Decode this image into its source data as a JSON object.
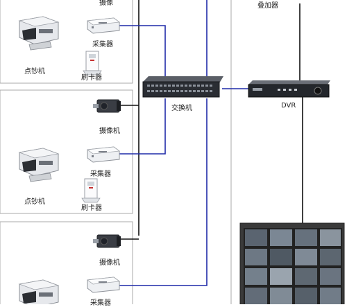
{
  "labels": {
    "overlay_top": "叠加器",
    "collector_1": "采集器",
    "banknote_counter_1": "点钞机",
    "card_reader_1": "刷卡器",
    "switch": "交换机",
    "dvr": "DVR",
    "camera_2": "摄像机",
    "collector_2": "采集器",
    "banknote_counter_2": "点钞机",
    "card_reader_2": "刷卡器",
    "camera_3": "摄像机",
    "collector_3": "采集器",
    "top_cut_label": "摄像"
  },
  "colors": {
    "box_border": "#a8a8a8",
    "black_line": "#111111",
    "blue_line": "#1f2aa8",
    "device_dark": "#2a2d33",
    "monitor_frame": "#3a3a3a"
  },
  "icons": [
    "banknote-counter-icon",
    "collector-icon",
    "card-reader-icon",
    "camera-icon",
    "network-switch-icon",
    "dvr-icon",
    "video-wall-icon"
  ]
}
